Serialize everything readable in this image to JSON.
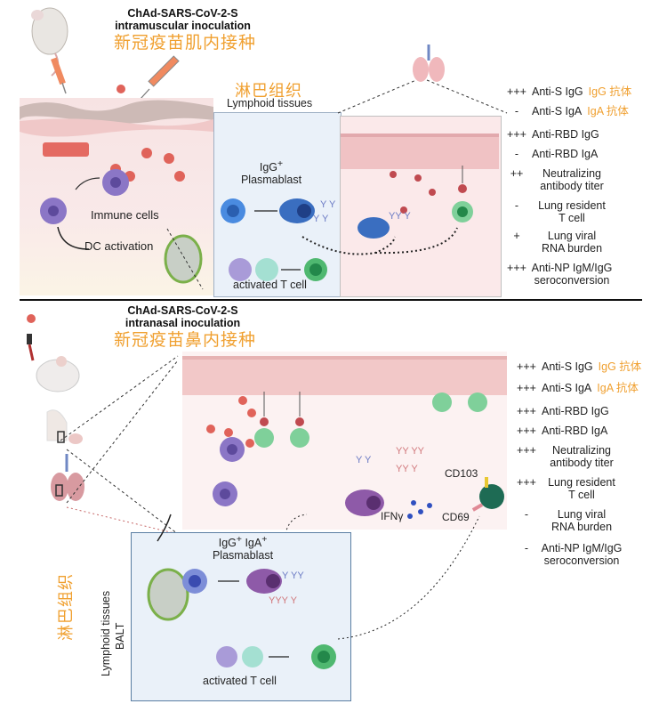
{
  "top_panel": {
    "title_en_line1": "ChAd-SARS-CoV-2-S",
    "title_en_line2": "intramuscular inoculation",
    "title_cn": "新冠疫苗肌内接种",
    "lymph_cn": "淋巴组织",
    "lymph_en": "Lymphoid tissues",
    "immune_cells_label": "Immune cells",
    "dc_activation_label": "DC activation",
    "plasmablast_label_line1": "IgG",
    "plasmablast_label_sup": "+",
    "plasmablast_label_line2": "Plasmablast",
    "activated_t_label": "activated T cell",
    "results": [
      {
        "sign": "+++",
        "text": "Anti-S IgG",
        "cn": "IgG 抗体"
      },
      {
        "sign": "-",
        "text": "Anti-S IgA",
        "cn": "IgA 抗体"
      },
      {
        "sign": "+++",
        "text": "Anti-RBD IgG",
        "cn": ""
      },
      {
        "sign": "-",
        "text": "Anti-RBD IgA",
        "cn": ""
      },
      {
        "sign": "++",
        "text": "Neutralizing",
        "text2": "antibody titer"
      },
      {
        "sign": "-",
        "text": "Lung resident",
        "text2": "T cell"
      },
      {
        "sign": "+",
        "text": "Lung viral",
        "text2": "RNA burden"
      },
      {
        "sign": "+++",
        "text": "Anti-NP IgM/IgG",
        "text2": "seroconversion"
      }
    ]
  },
  "bottom_panel": {
    "title_en_line1": "ChAd-SARS-CoV-2-S",
    "title_en_line2": "intranasal inoculation",
    "title_cn": "新冠疫苗鼻内接种",
    "lymph_cn": "淋巴组织",
    "lymph_en": "Lymphoid tissues",
    "lymph_en2": "BALT",
    "plasmablast_label_line1a": "IgG",
    "plasmablast_label_line1b": "IgA",
    "plasmablast_label_sup": "+",
    "plasmablast_label_line2": "Plasmablast",
    "activated_t_label": "activated T cell",
    "cd103_label": "CD103",
    "cd69_label": "CD69",
    "ifng_label": "IFNγ",
    "results": [
      {
        "sign": "+++",
        "text": "Anti-S IgG",
        "cn": "IgG 抗体"
      },
      {
        "sign": "+++",
        "text": "Anti-S IgA",
        "cn": "IgA 抗体"
      },
      {
        "sign": "+++",
        "text": "Anti-RBD IgG",
        "cn": ""
      },
      {
        "sign": "+++",
        "text": "Anti-RBD IgA",
        "cn": ""
      },
      {
        "sign": "+++",
        "text": "Neutralizing",
        "text2": "antibody titer"
      },
      {
        "sign": "+++",
        "text": "Lung resident",
        "text2": "T cell"
      },
      {
        "sign": "-",
        "text": "Lung viral",
        "text2": "RNA burden"
      },
      {
        "sign": "-",
        "text": "Anti-NP IgM/IgG",
        "text2": "seroconversion"
      }
    ]
  },
  "colors": {
    "accent_cn": "#f0a030",
    "virus": "#e0635a",
    "dendritic": "#8b76c6",
    "b_cell": "#4a8be0",
    "t_cell": "#4fb870",
    "skin_pink": "#f6dede",
    "lymph_box": "#eaf1f9"
  }
}
